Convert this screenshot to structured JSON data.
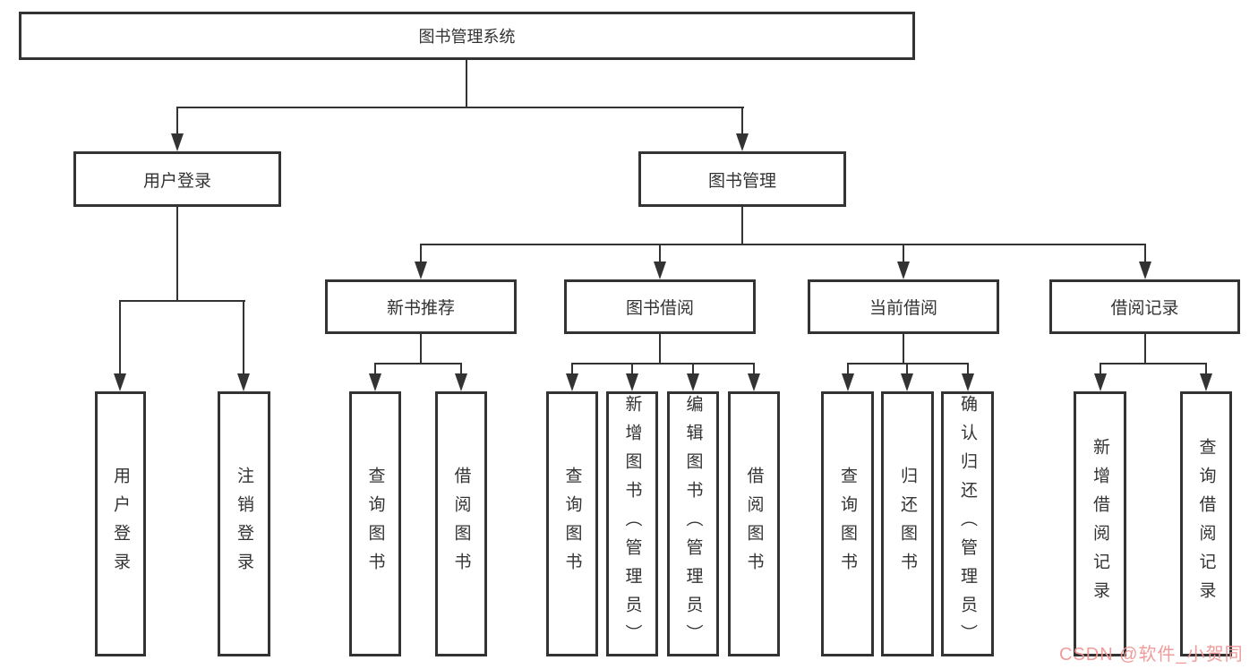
{
  "meta": {
    "line_color": "#333333",
    "background_color": "#ffffff",
    "watermark_color": "#f09696"
  },
  "diagram": {
    "root_label": "图书管理系统",
    "level2": {
      "user_login": "用户登录",
      "book_management": "图书管理"
    },
    "level3": {
      "new_book_recommend": "新书推荐",
      "book_borrow": "图书借阅",
      "current_borrow": "当前借阅",
      "borrow_record": "借阅记录"
    },
    "leaves": {
      "user_login": [
        "用户登录",
        "注销登录"
      ],
      "new_book_recommend": [
        "查询图书",
        "借阅图书"
      ],
      "book_borrow": [
        "查询图书",
        "新增图书（管理员）",
        "编辑图书（管理员）",
        "借阅图书"
      ],
      "current_borrow": [
        "查询图书",
        "归还图书",
        "确认归还（管理员）"
      ],
      "borrow_record": [
        "新增借阅记录",
        "查询借阅记录"
      ]
    },
    "watermark": "CSDN @软件_小贺同学"
  }
}
